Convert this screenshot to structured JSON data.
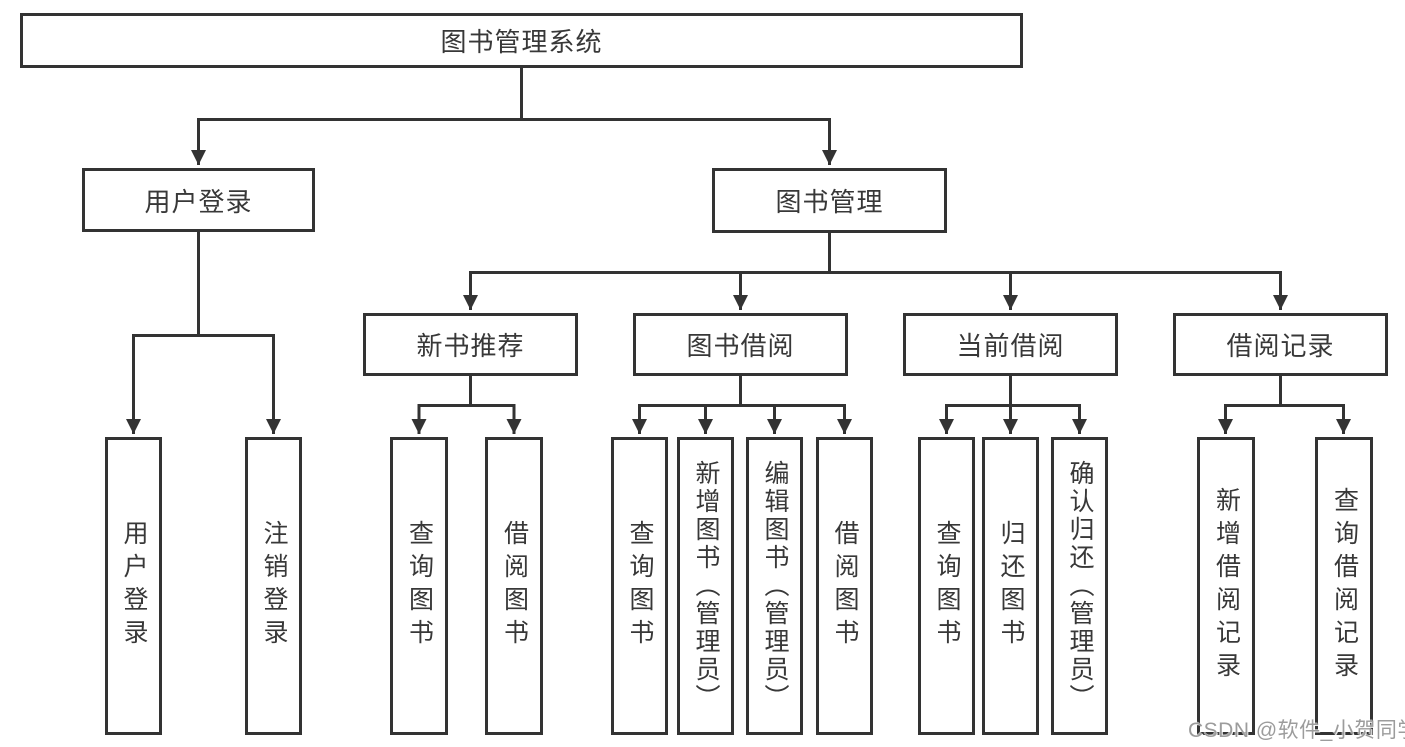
{
  "diagram": {
    "type": "hierarchy-functional-structure",
    "title": "图书管理系统",
    "watermark": "CSDN @软件_小贺同学",
    "colors": {
      "line": "#333333",
      "box_border": "#333333",
      "text": "#383838",
      "background": "#ffffff",
      "watermark": "#9c9c9c"
    },
    "nodes": {
      "root": {
        "label": "图书管理系统"
      },
      "user_login": {
        "label": "用户登录"
      },
      "book_mgmt": {
        "label": "图书管理"
      },
      "login": {
        "label": "用户登录"
      },
      "logout": {
        "label": "注销登录"
      },
      "new_book_rec": {
        "label": "新书推荐"
      },
      "book_borrow": {
        "label": "图书借阅"
      },
      "current_borrow": {
        "label": "当前借阅"
      },
      "borrow_records": {
        "label": "借阅记录"
      },
      "nb_query": {
        "label": "查询图书"
      },
      "nb_borrow": {
        "label": "借阅图书"
      },
      "bb_query": {
        "label": "查询图书"
      },
      "bb_add": {
        "label": "新增图书（管理员）"
      },
      "bb_edit": {
        "label": "编辑图书（管理员）"
      },
      "bb_borrow": {
        "label": "借阅图书"
      },
      "cb_query": {
        "label": "查询图书"
      },
      "cb_return": {
        "label": "归还图书"
      },
      "cb_confirm": {
        "label": "确认归还（管理员）"
      },
      "br_add": {
        "label": "新增借阅记录"
      },
      "br_query": {
        "label": "查询借阅记录"
      }
    },
    "structure": {
      "图书管理系统": [
        "用户登录",
        "图书管理"
      ],
      "用户登录": [
        "用户登录",
        "注销登录"
      ],
      "图书管理": [
        "新书推荐",
        "图书借阅",
        "当前借阅",
        "借阅记录"
      ],
      "新书推荐": [
        "查询图书",
        "借阅图书"
      ],
      "图书借阅": [
        "查询图书",
        "新增图书（管理员）",
        "编辑图书（管理员）",
        "借阅图书"
      ],
      "当前借阅": [
        "查询图书",
        "归还图书",
        "确认归还（管理员）"
      ],
      "借阅记录": [
        "新增借阅记录",
        "查询借阅记录"
      ]
    }
  }
}
